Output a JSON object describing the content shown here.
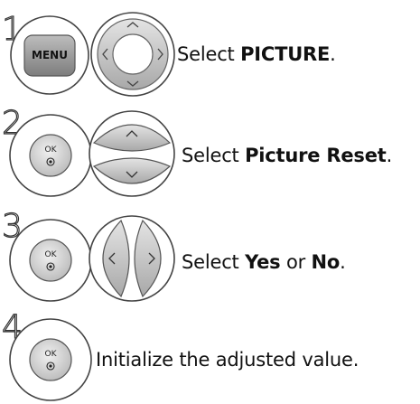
{
  "steps": [
    {
      "number": "1",
      "button": "MENU",
      "control": "4-way navigation pad",
      "text_before": "Select ",
      "highlight": "PICTURE",
      "text_after": "."
    },
    {
      "number": "2",
      "button": "OK",
      "control": "up/down buttons",
      "text_before": "Select ",
      "highlight": "Picture Reset",
      "text_after": "."
    },
    {
      "number": "3",
      "button": "OK",
      "control": "left/right buttons",
      "text_before": "Select ",
      "highlight": "Yes",
      "text_middle": " or ",
      "highlight2": "No",
      "text_after": "."
    },
    {
      "number": "4",
      "button": "OK",
      "text_before": "Initialize the adjusted value."
    }
  ]
}
